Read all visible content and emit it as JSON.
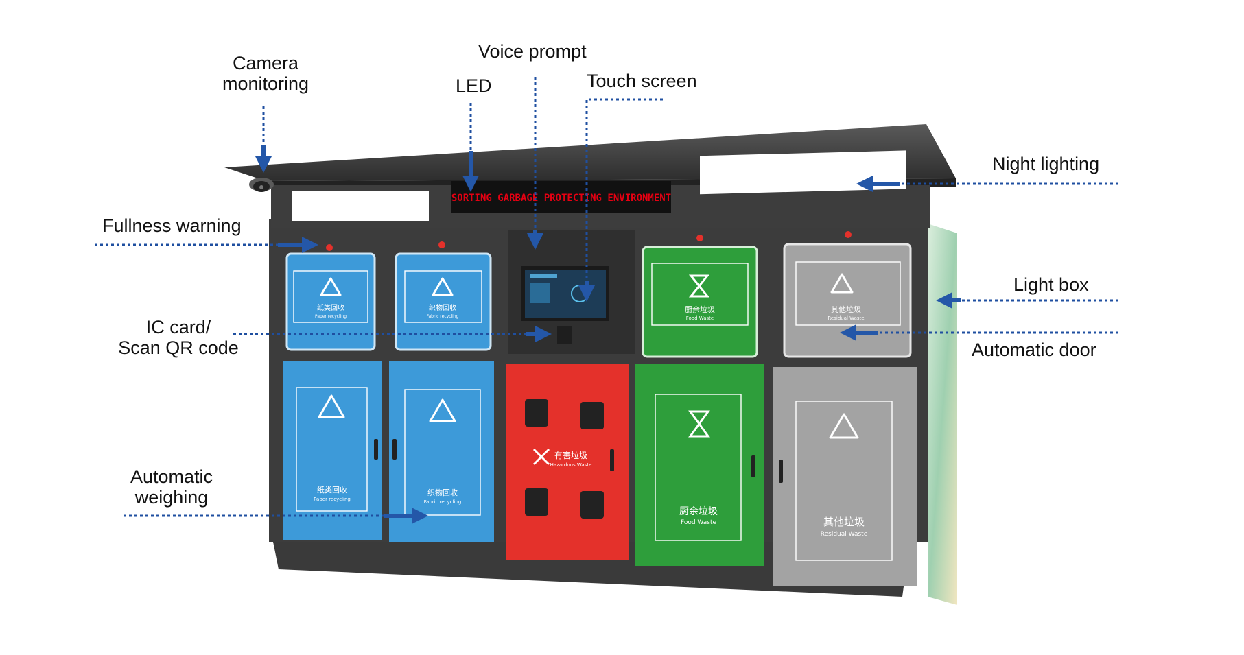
{
  "led_text": "SORTING GARBAGE  PROTECTING ENVIRONMENT",
  "callouts": {
    "camera": [
      "Camera",
      "monitoring"
    ],
    "voice": "Voice prompt",
    "led": "LED",
    "touch": "Touch screen",
    "night": "Night lighting",
    "fullness": "Fullness warning",
    "lightbox": "Light box",
    "ic": [
      "IC card/",
      "Scan QR code"
    ],
    "autodoor": "Automatic door",
    "weighing": [
      "Automatic",
      "weighing"
    ]
  },
  "bins": {
    "paper": {
      "zh": "纸类回收",
      "en": "Paper recycling"
    },
    "fabric": {
      "zh": "织物回收",
      "en": "Fabric recycling"
    },
    "hazard": {
      "zh": "有害垃圾",
      "en": "Hazardous Waste"
    },
    "food": {
      "zh": "厨余垃圾",
      "en": "Food Waste"
    },
    "residual": {
      "zh": "其他垃圾",
      "en": "Residual Waste"
    }
  },
  "colors": {
    "blue": "#3d9ad9",
    "red": "#e4312b",
    "green": "#2e9e3b",
    "gray": "#a3a3a3",
    "frame": "#3c3c3c",
    "arrow": "#2457a8",
    "dash": "#1f4fa0",
    "led": "#e60012"
  },
  "icons": [
    "camera-icon",
    "recycle-icon",
    "hourglass-icon",
    "hazard-icon",
    "screen-icon",
    "qr-reader-icon"
  ]
}
